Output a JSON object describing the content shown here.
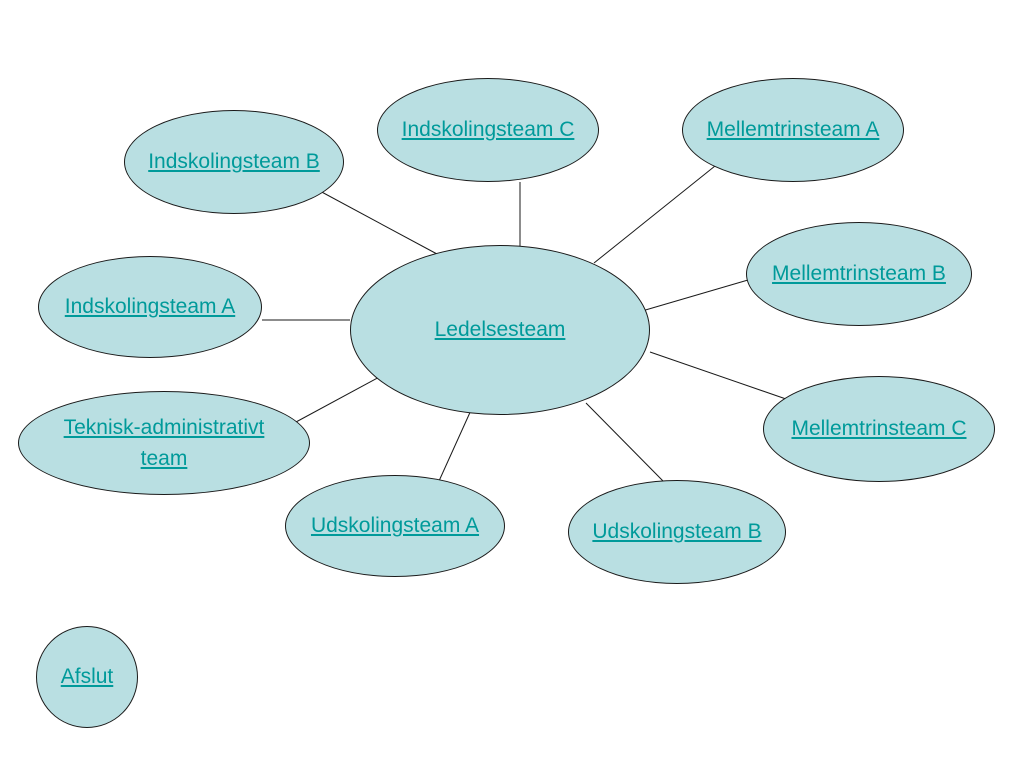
{
  "diagram": {
    "center": {
      "label": "Ledelsesteam"
    },
    "nodes": {
      "indskoling_c": {
        "label": "Indskolingsteam C"
      },
      "mellemtrin_a": {
        "label": "Mellemtrinsteam A"
      },
      "indskoling_b": {
        "label": "Indskolingsteam B"
      },
      "mellemtrin_b": {
        "label": "Mellemtrinsteam B"
      },
      "indskoling_a": {
        "label": "Indskolingsteam A"
      },
      "mellemtrin_c": {
        "label": "Mellemtrinsteam C"
      },
      "teknisk": {
        "label": "Teknisk-administrativt\n team"
      },
      "udskoling_a": {
        "label": "Udskolingsteam A"
      },
      "udskoling_b": {
        "label": "Udskolingsteam B"
      }
    },
    "exit": {
      "label": "Afslut"
    }
  },
  "colors": {
    "node_fill": "#b9dfe2",
    "node_border": "#1a1a1a",
    "link_text": "#009a9a",
    "connector": "#1a1a1a"
  }
}
